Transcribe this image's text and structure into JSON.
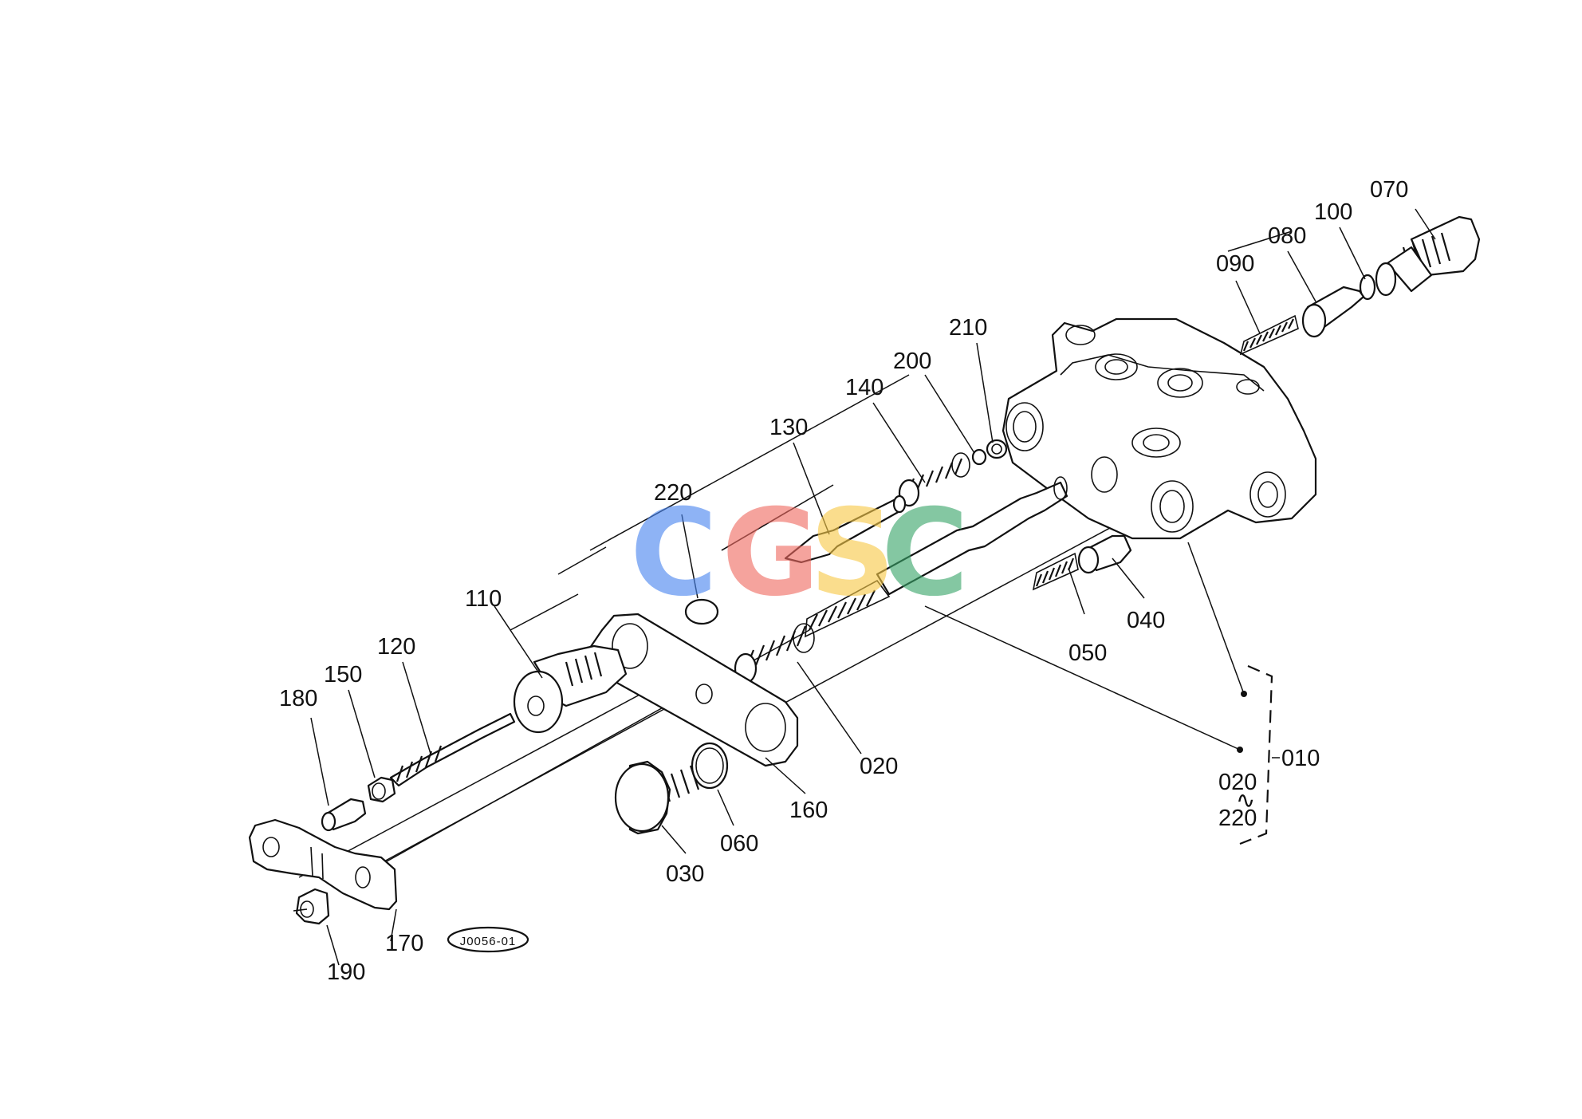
{
  "labels": {
    "p070": "070",
    "p080": "080",
    "p090": "090",
    "p100": "100",
    "p210": "210",
    "p200": "200",
    "p140": "140",
    "p130": "130",
    "p220": "220",
    "p110": "110",
    "p120": "120",
    "p150": "150",
    "p180": "180",
    "p020": "020",
    "p050": "050",
    "p040": "040",
    "p160": "160",
    "p060": "060",
    "p030": "030",
    "p170": "170",
    "p190": "190",
    "p010": "010",
    "range_start": "020",
    "range_sep": "∿",
    "range_end": "220"
  },
  "diagram_code": "J0056-01",
  "watermark": {
    "letters": [
      "C",
      "G",
      "S",
      "C"
    ],
    "colors": [
      "#4a86f0",
      "#ef6b62",
      "#f7c948",
      "#3aa66a"
    ]
  }
}
